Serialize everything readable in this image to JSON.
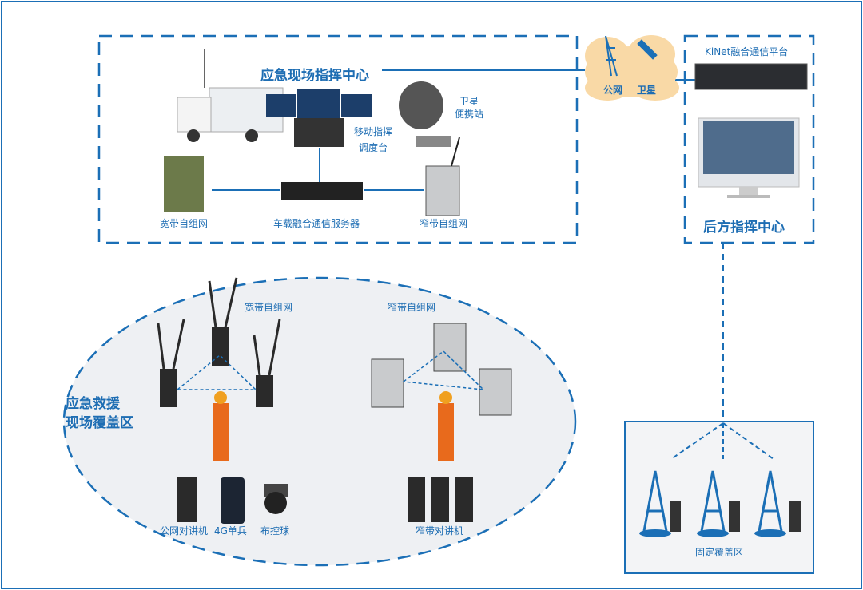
{
  "colors": {
    "accent": "#1b6fb6",
    "cloud": "#f9d9a6",
    "ellipse": "#eef0f3"
  },
  "site_center": {
    "title": "应急现场指挥中心",
    "console": [
      "移动指挥",
      "调度台"
    ],
    "sat_station": [
      "卫星",
      "便携站"
    ],
    "broadband": "宽带自组网",
    "server": "车载融合通信服务器",
    "narrowband": "窄带自组网"
  },
  "cloud": {
    "public": "公网",
    "satellite": "卫星"
  },
  "rear": {
    "platform": "KiNet融合通信平台",
    "title": "后方指挥中心"
  },
  "coverage": {
    "title": [
      "应急救援",
      "现场覆盖区"
    ],
    "broadband": "宽带自组网",
    "narrowband": "窄带自组网",
    "public_radio": "公网对讲机",
    "single_4g": "4G单兵",
    "ptz_ball": "布控球",
    "narrow_radio": "窄带对讲机"
  },
  "fixed": {
    "title": "固定覆盖区"
  }
}
